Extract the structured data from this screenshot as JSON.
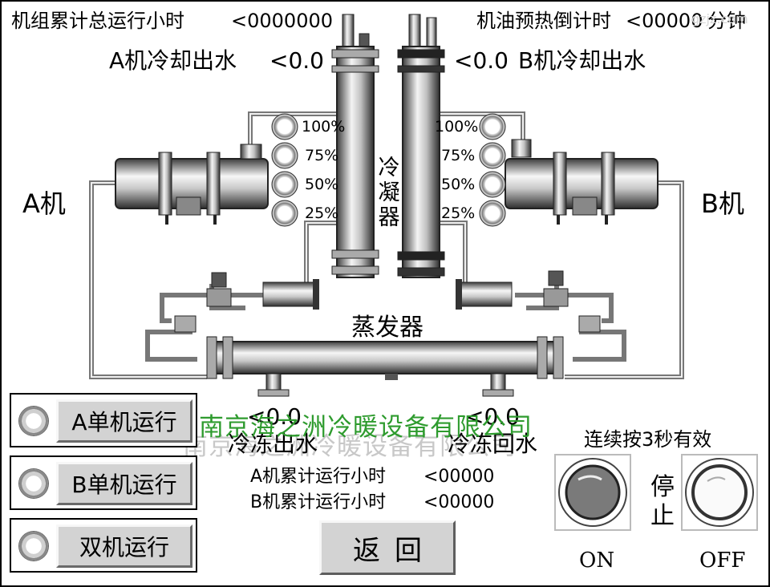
{
  "header": {
    "total_hours_label": "机组累计总运行小时",
    "total_hours_value": "<0000000",
    "preheat_label": "机油预热倒计时",
    "preheat_value": "<00000",
    "preheat_unit": "分钟"
  },
  "cooling_out": {
    "a_label": "A机冷却出水",
    "a_value": "<0.0",
    "b_value": "<0.0",
    "b_label": "B机冷却出水"
  },
  "units": {
    "a": "A机",
    "b": "B机"
  },
  "condenser": {
    "label": "冷凝器"
  },
  "evaporator": {
    "label": "蒸发器"
  },
  "load_steps": [
    "100%",
    "75%",
    "50%",
    "25%"
  ],
  "chilled_water": {
    "out_value": "<0.0",
    "out_label": "冷冻出水",
    "return_value": "<0.0",
    "return_label": "冷冻回水"
  },
  "hours": {
    "a_label": "A机累计运行小时",
    "a_value": "<00000",
    "b_label": "B机累计运行小时",
    "b_value": "<00000"
  },
  "mode_buttons": {
    "a_single": "A单机运行",
    "b_single": "B单机运行",
    "dual": "双机运行"
  },
  "controls": {
    "hint": "连续按3秒有效",
    "stop_label": "停止",
    "on_label": "ON",
    "off_label": "OFF",
    "return_label": "返回"
  },
  "watermarks": {
    "green": "南京海之洲冷暖设备有限公司",
    "gray": "南京海之洲冷暖设备有限公司",
    "corner": "gzjz.com"
  },
  "colors": {
    "button_face": "#d3d3d3",
    "watermark_green": "#2e9b2e",
    "watermark_gray": "#c8c8c8",
    "on_button": "#7a7a7a"
  }
}
